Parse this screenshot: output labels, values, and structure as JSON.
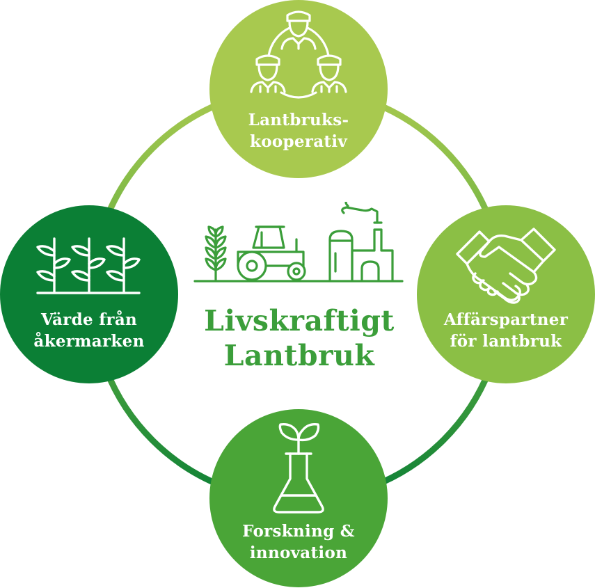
{
  "colors": {
    "light_green": "#a8c94f",
    "mid_green": "#8bbf45",
    "green": "#4aa537",
    "dark_green": "#0b7f35",
    "title_green": "#3b9e3a",
    "ring_top": "#a8c94f",
    "ring_bottom": "#14873a"
  },
  "center": {
    "title_line1": "Livskraftigt",
    "title_line2": "Lantbruk",
    "icon": "farm-tractor-factory-icon"
  },
  "nodes": {
    "top": {
      "line1": "Lantbruks-",
      "line2": "kooperativ",
      "icon": "farmers-group-icon"
    },
    "right": {
      "line1": "Affärspartner",
      "line2": "för lantbruk",
      "icon": "handshake-icon"
    },
    "bottom": {
      "line1": "Forskning &",
      "line2": "innovation",
      "icon": "flask-sprout-icon"
    },
    "left": {
      "line1": "Värde från",
      "line2": "åkermarken",
      "icon": "crops-field-icon"
    }
  }
}
